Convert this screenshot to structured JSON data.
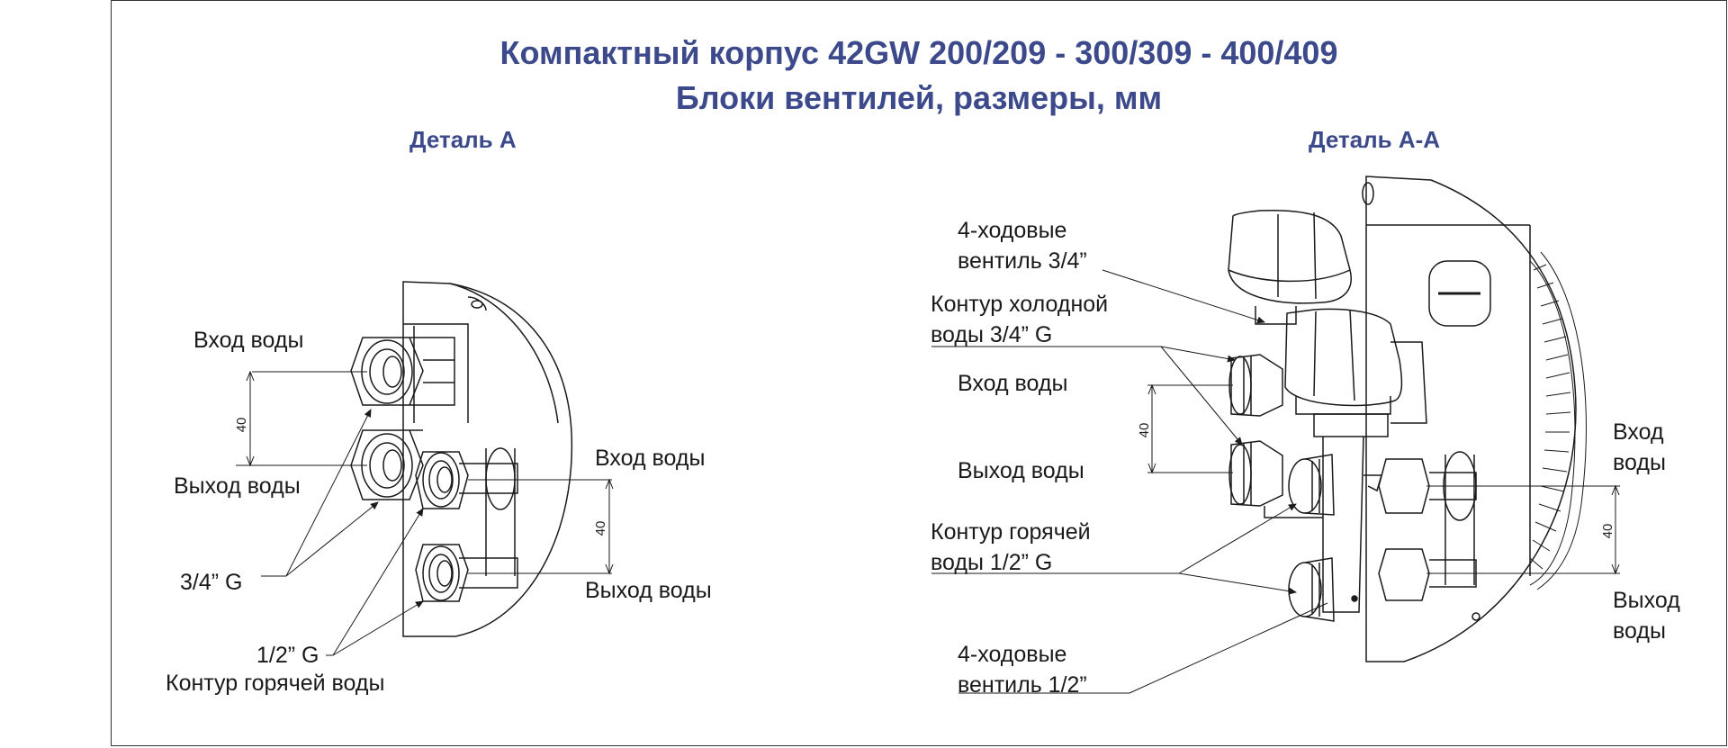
{
  "title_line1": "Компактный корпус 42GW 200/209 - 300/309 - 400/409",
  "title_line2": "Блоки вентилей, размеры, мм",
  "detail_a": {
    "heading": "Деталь А",
    "water_in_left": "Вход воды",
    "water_out_left": "Выход воды",
    "water_in_right": "Вход воды",
    "water_out_right": "Выход воды",
    "thread_34": "3/4” G",
    "thread_12": "1/2” G",
    "hot_circuit": "Контур горячей воды",
    "dim_40_upper": "40",
    "dim_40_lower": "40"
  },
  "detail_aa": {
    "heading": "Деталь А-А",
    "valve_34_line1": "4-ходовые",
    "valve_34_line2": "вентиль 3/4”",
    "cold_circuit_line1": "Контур холодной",
    "cold_circuit_line2": "воды 3/4” G",
    "water_in_left": "Вход воды",
    "water_out_left": "Выход воды",
    "hot_circuit_line1": "Контур горячей",
    "hot_circuit_line2": "воды 1/2” G",
    "valve_12_line1": "4-ходовые",
    "valve_12_line2": "вентиль 1/2”",
    "water_in_right_line1": "Вход",
    "water_in_right_line2": "воды",
    "water_out_right_line1": "Выход",
    "water_out_right_line2": "воды",
    "dim_40_left": "40",
    "dim_40_right": "40"
  },
  "colors": {
    "title": "#3c4a8c",
    "line": "#1a1a1a"
  }
}
